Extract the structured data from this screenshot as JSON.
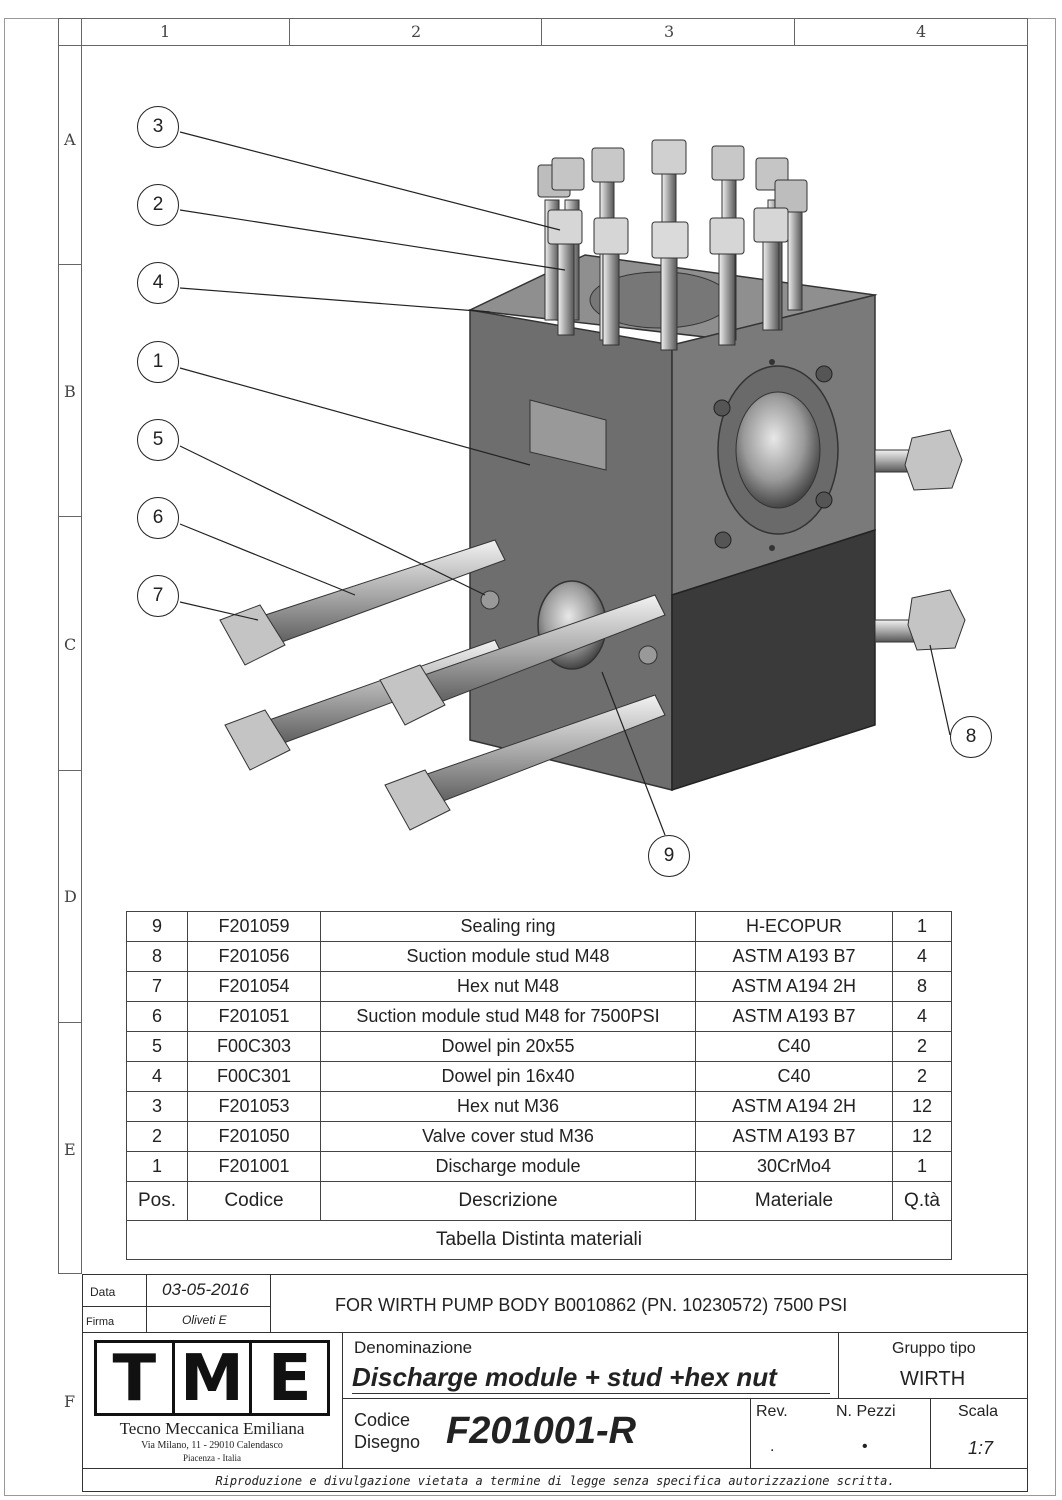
{
  "zones": {
    "columns": [
      "1",
      "2",
      "3",
      "4"
    ],
    "rows": [
      "A",
      "B",
      "C",
      "D",
      "E",
      "F"
    ]
  },
  "callouts": [
    "3",
    "2",
    "4",
    "1",
    "5",
    "6",
    "7",
    "8",
    "9"
  ],
  "bom": {
    "rows": [
      {
        "pos": "9",
        "code": "F201059",
        "desc": "Sealing ring",
        "mat": "H-ECOPUR",
        "qty": "1"
      },
      {
        "pos": "8",
        "code": "F201056",
        "desc": "Suction module stud M48",
        "mat": "ASTM A193 B7",
        "qty": "4"
      },
      {
        "pos": "7",
        "code": "F201054",
        "desc": "Hex nut M48",
        "mat": "ASTM A194 2H",
        "qty": "8"
      },
      {
        "pos": "6",
        "code": "F201051",
        "desc": "Suction module stud M48 for 7500PSI",
        "mat": "ASTM A193 B7",
        "qty": "4"
      },
      {
        "pos": "5",
        "code": "F00C303",
        "desc": "Dowel pin 20x55",
        "mat": "C40",
        "qty": "2"
      },
      {
        "pos": "4",
        "code": "F00C301",
        "desc": "Dowel pin 16x40",
        "mat": "C40",
        "qty": "2"
      },
      {
        "pos": "3",
        "code": "F201053",
        "desc": "Hex nut M36",
        "mat": "ASTM A194 2H",
        "qty": "12"
      },
      {
        "pos": "2",
        "code": "F201050",
        "desc": "Valve cover stud M36",
        "mat": "ASTM A193 B7",
        "qty": "12"
      },
      {
        "pos": "1",
        "code": "F201001",
        "desc": "Discharge module",
        "mat": "30CrMo4",
        "qty": "1"
      }
    ],
    "headers": {
      "pos": "Pos.",
      "code": "Codice",
      "desc": "Descrizione",
      "mat": "Materiale",
      "qty": "Q.tà"
    },
    "caption": "Tabella Distinta materiali"
  },
  "title_block": {
    "data_label": "Data",
    "data_value": "03-05-2016",
    "firma_label": "Firma",
    "firma_value": "Oliveti E",
    "note": "FOR WIRTH PUMP BODY B0010862 (PN. 10230572)   7500 PSI",
    "logo_letters": [
      "T",
      "M",
      "E"
    ],
    "company_name": "Tecno Meccanica Emiliana",
    "company_address": "Via Milano, 11 - 29010 Calendasco",
    "company_city": "Piacenza - Italia",
    "denominazione_label": "Denominazione",
    "denominazione_value": "Discharge module + stud +hex nut",
    "gruppo_label": "Gruppo tipo",
    "gruppo_value": "WIRTH",
    "codice_label_1": "Codice",
    "codice_label_2": "Disegno",
    "codice_value": "F201001-R",
    "rev_label": "Rev.",
    "rev_value": ".",
    "npezzi_label": "N. Pezzi",
    "npezzi_value": "•",
    "scala_label": "Scala",
    "scala_value": "1:7",
    "footer": "Riproduzione e divulgazione vietata a termine di legge senza specifica autorizzazione scritta."
  }
}
